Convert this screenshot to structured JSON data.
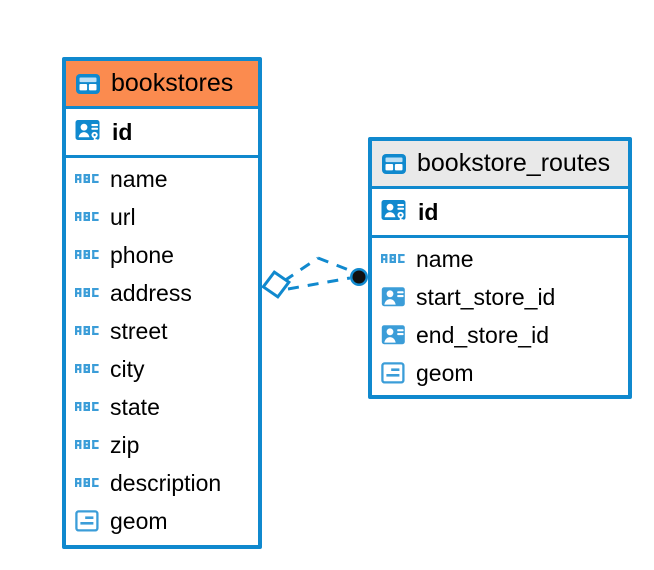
{
  "diagram": {
    "kind": "entity-relationship-diagram",
    "background_color": "#ffffff",
    "accent_color": "#1089ce",
    "highlight_color": "#fb8b4f",
    "header_plain_color": "#e9e9e9",
    "tables": [
      {
        "name": "bookstores",
        "header_style": "accent",
        "table_icon": "table-icon",
        "primary_key": {
          "label": "id",
          "icon": "primary-key-icon"
        },
        "fields": [
          {
            "label": "name",
            "icon": "text-type-icon"
          },
          {
            "label": "url",
            "icon": "text-type-icon"
          },
          {
            "label": "phone",
            "icon": "text-type-icon"
          },
          {
            "label": "address",
            "icon": "text-type-icon"
          },
          {
            "label": "street",
            "icon": "text-type-icon"
          },
          {
            "label": "city",
            "icon": "text-type-icon"
          },
          {
            "label": "state",
            "icon": "text-type-icon"
          },
          {
            "label": "zip",
            "icon": "text-type-icon"
          },
          {
            "label": "description",
            "icon": "text-type-icon"
          },
          {
            "label": "geom",
            "icon": "geometry-type-icon"
          }
        ]
      },
      {
        "name": "bookstore_routes",
        "header_style": "plain",
        "table_icon": "table-icon",
        "primary_key": {
          "label": "id",
          "icon": "primary-key-icon"
        },
        "fields": [
          {
            "label": "name",
            "icon": "text-type-icon"
          },
          {
            "label": "start_store_id",
            "icon": "foreign-key-icon"
          },
          {
            "label": "end_store_id",
            "icon": "foreign-key-icon"
          },
          {
            "label": "geom",
            "icon": "geometry-type-icon"
          }
        ]
      }
    ],
    "relationship": {
      "style": "dashed",
      "color": "#1089ce",
      "source_endpoint": "diamond-endpoint",
      "target_endpoint": "circle-endpoint"
    }
  }
}
